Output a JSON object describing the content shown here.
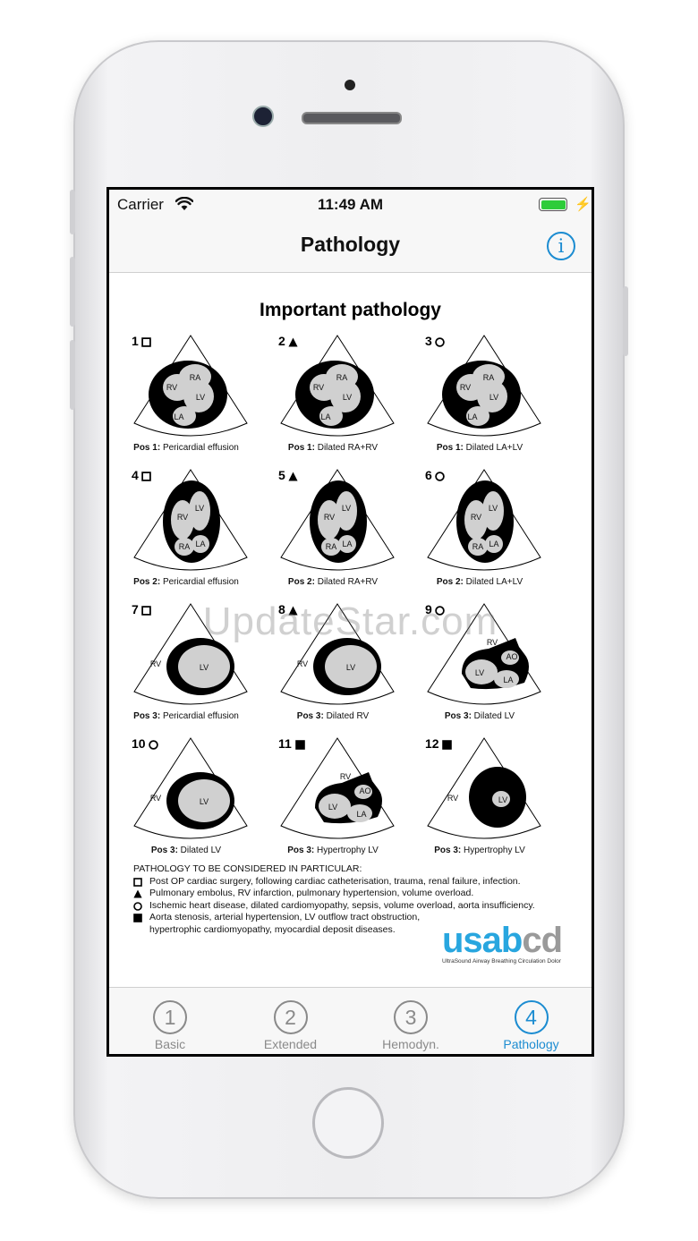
{
  "status": {
    "carrier": "Carrier",
    "time": "11:49 AM"
  },
  "nav": {
    "title": "Pathology",
    "info_glyph": "i"
  },
  "doc": {
    "title": "Important pathology",
    "cells": [
      {
        "num": "1",
        "symbol": "square",
        "pos": "Pos 1:",
        "caption": "Pericardial effusion",
        "labels": [
          "RV",
          "RA",
          "LV",
          "LA"
        ]
      },
      {
        "num": "2",
        "symbol": "triangle",
        "pos": "Pos 1:",
        "caption": "Dilated RA+RV",
        "labels": [
          "RV",
          "RA",
          "LV",
          "LA"
        ]
      },
      {
        "num": "3",
        "symbol": "circle",
        "pos": "Pos 1:",
        "caption": "Dilated LA+LV",
        "labels": [
          "RV",
          "RA",
          "LV",
          "LA"
        ]
      },
      {
        "num": "4",
        "symbol": "square",
        "pos": "Pos 2:",
        "caption": "Pericardial effusion",
        "labels": [
          "RV",
          "LV",
          "RA",
          "LA"
        ]
      },
      {
        "num": "5",
        "symbol": "triangle",
        "pos": "Pos 2:",
        "caption": "Dilated RA+RV",
        "labels": [
          "RV",
          "LV",
          "RA",
          "LA"
        ]
      },
      {
        "num": "6",
        "symbol": "circle",
        "pos": "Pos 2:",
        "caption": "Dilated LA+LV",
        "labels": [
          "RV",
          "LV",
          "RA",
          "LA"
        ]
      },
      {
        "num": "7",
        "symbol": "square",
        "pos": "Pos 3:",
        "caption": "Pericardial effusion",
        "labels": [
          "RV",
          "LV"
        ]
      },
      {
        "num": "8",
        "symbol": "triangle",
        "pos": "Pos 3:",
        "caption": "Dilated RV",
        "labels": [
          "RV",
          "LV"
        ]
      },
      {
        "num": "9",
        "symbol": "circle",
        "pos": "Pos 3:",
        "caption": "Dilated LV",
        "labels": [
          "RV",
          "AO",
          "LV",
          "LA"
        ]
      },
      {
        "num": "10",
        "symbol": "circle",
        "pos": "Pos 3:",
        "caption": "Dilated LV",
        "labels": [
          "RV",
          "LV"
        ]
      },
      {
        "num": "11",
        "symbol": "filled-square",
        "pos": "Pos 3:",
        "caption": "Hypertrophy LV",
        "labels": [
          "RV",
          "AO",
          "LV",
          "LA"
        ]
      },
      {
        "num": "12",
        "symbol": "filled-square",
        "pos": "Pos 3:",
        "caption": "Hypertrophy LV",
        "labels": [
          "RV",
          "LV"
        ]
      }
    ]
  },
  "legend": {
    "heading": "PATHOLOGY TO BE CONSIDERED IN PARTICULAR:",
    "items": [
      {
        "symbol": "square",
        "text": "Post OP cardiac surgery, following cardiac catheterisation, trauma, renal failure, infection."
      },
      {
        "symbol": "triangle",
        "text": "Pulmonary embolus, RV infarction, pulmonary hypertension, volume overload."
      },
      {
        "symbol": "circle",
        "text": "Ischemic heart disease, dilated cardiomyopathy, sepsis, volume overload, aorta insufficiency."
      },
      {
        "symbol": "filled-square",
        "text": "Aorta stenosis, arterial hypertension, LV outflow tract obstruction,"
      }
    ],
    "continuation": "hypertrophic cardiomyopathy, myocardial deposit diseases."
  },
  "brand": {
    "name_a": "usab",
    "name_b": "cd",
    "tagline": "UltraSound Airway Breathing Circulation Dolor"
  },
  "watermark": "UpdateStar.com",
  "tabs": [
    {
      "num": "1",
      "label": "Basic",
      "active": false
    },
    {
      "num": "2",
      "label": "Extended",
      "active": false
    },
    {
      "num": "3",
      "label": "Hemodyn.",
      "active": false
    },
    {
      "num": "4",
      "label": "Pathology",
      "active": true
    }
  ],
  "colors": {
    "accent": "#1c8cd1",
    "brand_blue": "#28a6df",
    "brand_grey": "#9a9a9a",
    "chamber_fill": "#d0d0d0",
    "battery": "#2ecc3a"
  }
}
